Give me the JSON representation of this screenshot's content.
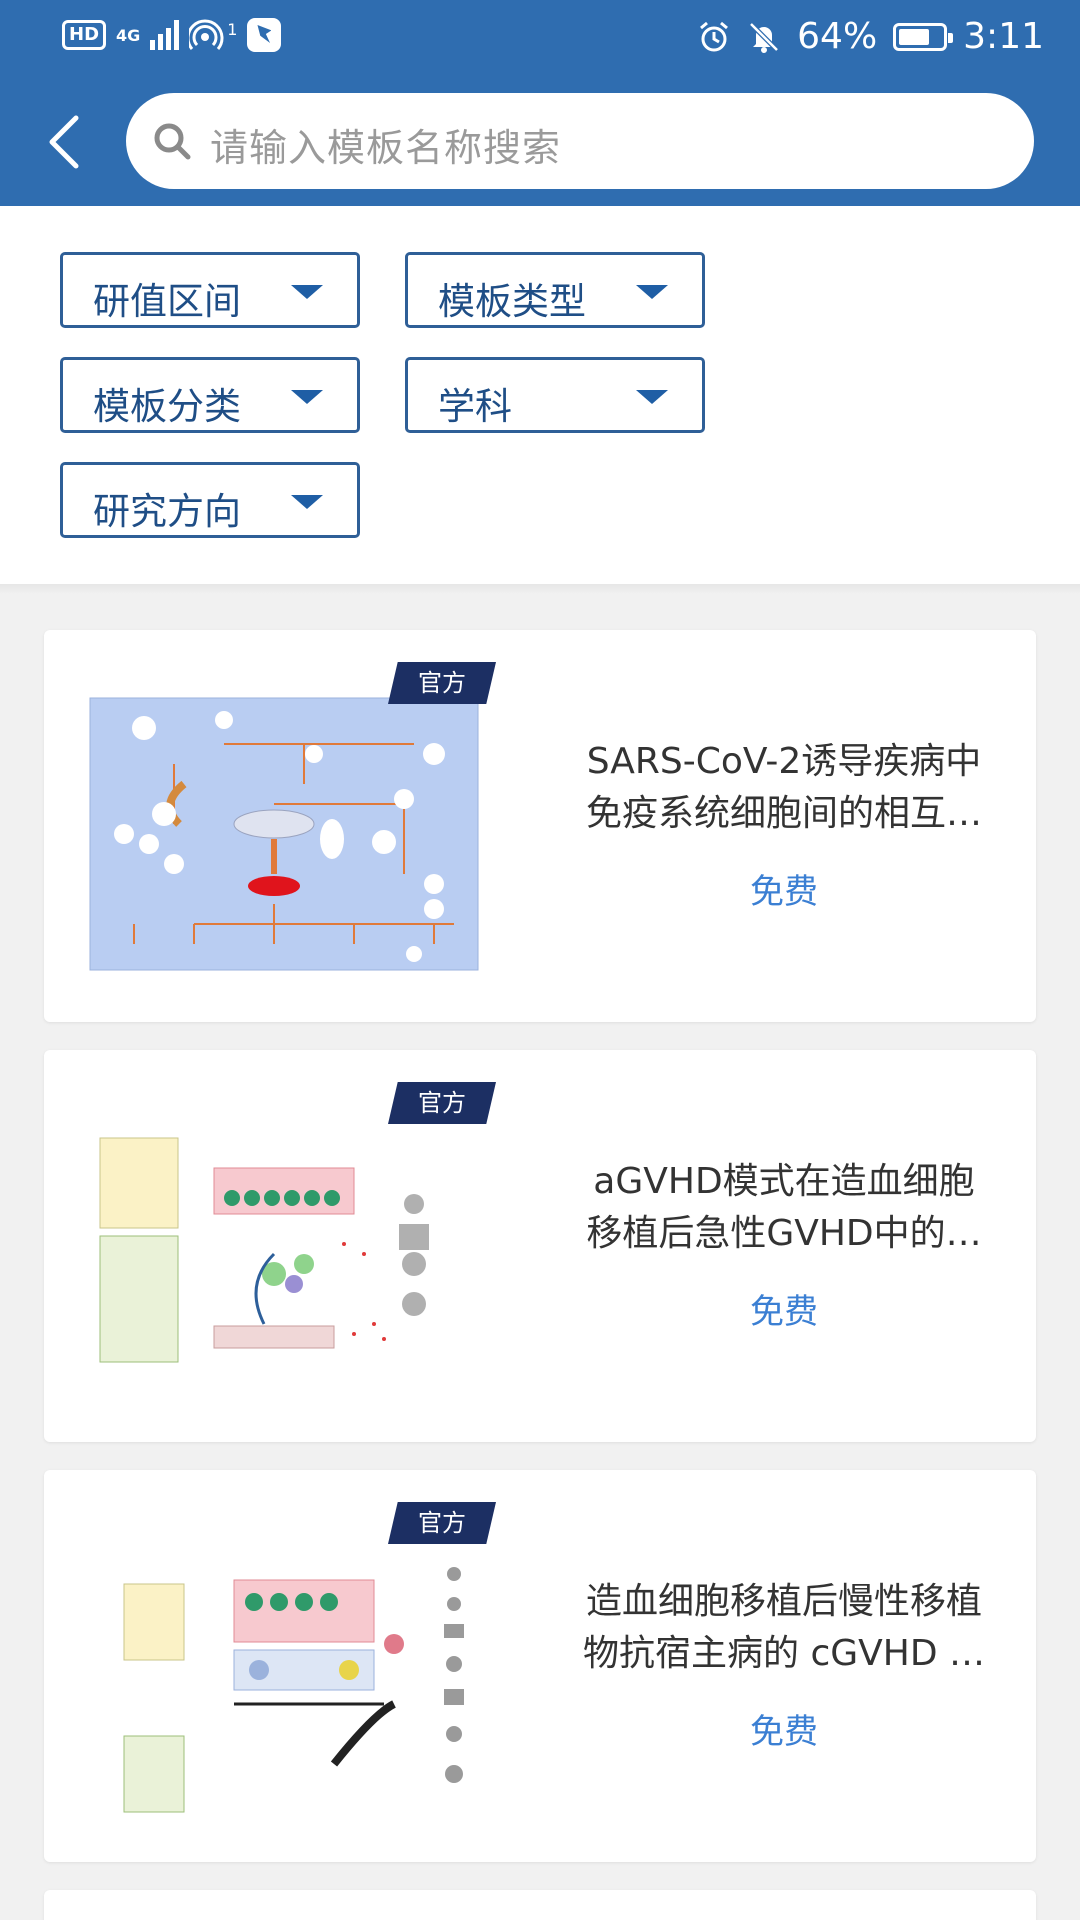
{
  "status_bar": {
    "network": "HD",
    "mobile": "4G",
    "hotspot_count": "1",
    "battery": "64%",
    "time": "3:11"
  },
  "header": {
    "search_placeholder": "请输入模板名称搜索"
  },
  "filters": [
    {
      "label": "研值区间"
    },
    {
      "label": "模板类型"
    },
    {
      "label": "模板分类"
    },
    {
      "label": "学科"
    },
    {
      "label": "研究方向"
    }
  ],
  "cards": [
    {
      "badge": "官方",
      "title_lines": [
        "SARS-CoV-2诱导疾病中",
        "免疫系统细胞间的相互…"
      ],
      "price": "免费"
    },
    {
      "badge": "官方",
      "title_lines": [
        "aGVHD模式在造血细胞",
        "移植后急性GVHD中的…"
      ],
      "price": "免费"
    },
    {
      "badge": "官方",
      "title_lines": [
        "造血细胞移植后慢性移植",
        "物抗宿主病的 cGVHD …"
      ],
      "price": "免费"
    }
  ],
  "colors": {
    "header": "#2f6db0",
    "filter_border": "#2f5f97",
    "badge": "#1c2f63",
    "price": "#3b7fd3"
  }
}
